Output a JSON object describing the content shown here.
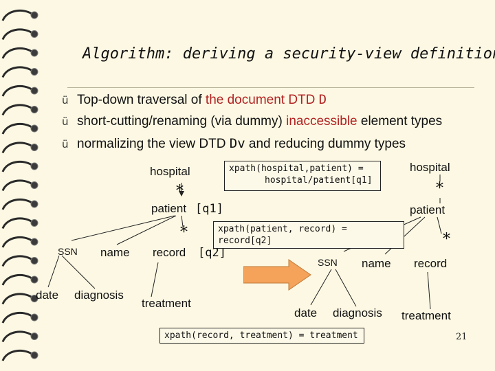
{
  "title": "Algorithm: deriving a security-view definition",
  "bullets": [
    {
      "check": "ü",
      "p1": "Top-down traversal of ",
      "p2": "the document DTD",
      "p3": " ",
      "p4": "D"
    },
    {
      "check": "ü",
      "p1": "short-cutting/renaming (via dummy) ",
      "p2": "inaccessible",
      "p3": " element types"
    },
    {
      "check": "ü",
      "p1": "normalizing the view DTD ",
      "p2": "Dv",
      "p3": " and reducing dummy types"
    }
  ],
  "left_tree": {
    "hospital": "hospital",
    "star1": "*",
    "patient": "patient",
    "q1": "[q1]",
    "star2": "*",
    "ssn": "SSN",
    "name": "name",
    "record": "record",
    "q2": "[q2]",
    "date": "date",
    "diagnosis": "diagnosis",
    "treatment": "treatment"
  },
  "right_tree": {
    "hospital": "hospital",
    "star1": "*",
    "patient": "patient",
    "star2": "*",
    "ssn": "SSN",
    "name": "name",
    "record": "record",
    "date": "date",
    "diagnosis": "diagnosis",
    "treatment": "treatment"
  },
  "boxes": {
    "xpath1_line1": "xpath(hospital,patient) =",
    "xpath1_line2": "hospital/patient[q1]",
    "xpath2": "xpath(patient, record) = record[q2]",
    "xpath3": "xpath(record, treatment) = treatment"
  },
  "arrow_color": "#f5a25a",
  "page_number": "21"
}
